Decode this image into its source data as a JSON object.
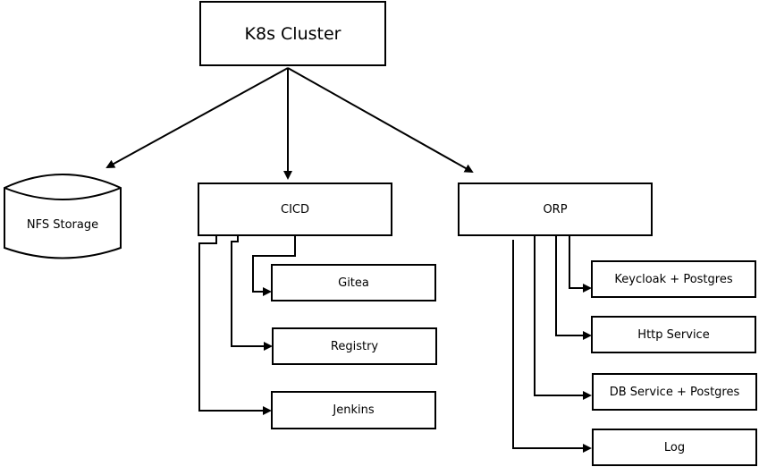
{
  "root": {
    "label": "K8s Cluster"
  },
  "storage": {
    "label": "NFS Storage"
  },
  "cicd": {
    "label": "CICD",
    "children": [
      "Gitea",
      "Registry",
      "Jenkins"
    ]
  },
  "orp": {
    "label": "ORP",
    "children": [
      "Keycloak + Postgres",
      "Http Service",
      "DB Service + Postgres",
      "Log"
    ]
  },
  "colors": {
    "line": "#000000",
    "fill": "#ffffff"
  }
}
